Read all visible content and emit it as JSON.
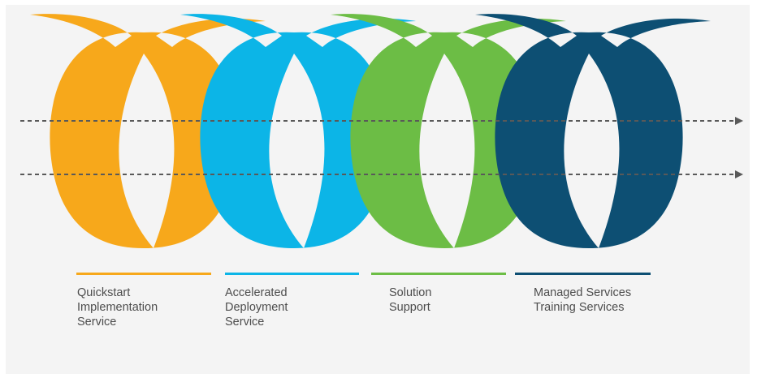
{
  "colors": {
    "background": "#f4f4f4",
    "arrow": "#595959"
  },
  "stages": [
    {
      "label": "Quickstart\nImplementation\nService",
      "color": "#f7a81b"
    },
    {
      "label": "Accelerated\nDeployment\nService",
      "color": "#0cb5e7"
    },
    {
      "label": "Solution\nSupport",
      "color": "#6cbd45"
    },
    {
      "label": "Managed Services\nTraining Services",
      "color": "#0d4f73"
    }
  ]
}
